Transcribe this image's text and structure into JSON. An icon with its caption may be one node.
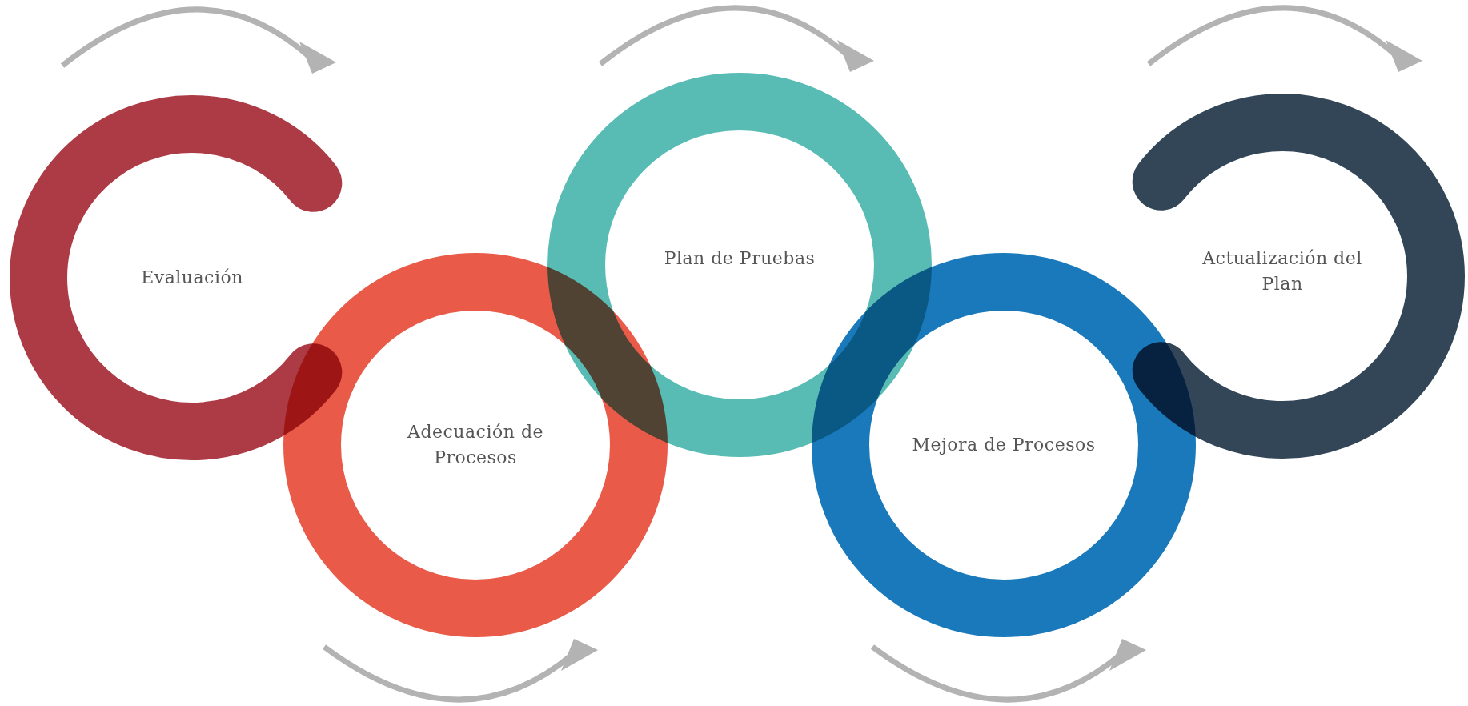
{
  "diagram": {
    "nodes": [
      {
        "text": [
          "Evaluación"
        ]
      },
      {
        "text": [
          "Adecuación de Procesos"
        ]
      },
      {
        "text": [
          "Plan de Pruebas"
        ]
      },
      {
        "text": [
          "Mejora de Procesos"
        ]
      },
      {
        "text": [
          "Actualización del Plan"
        ]
      }
    ]
  }
}
